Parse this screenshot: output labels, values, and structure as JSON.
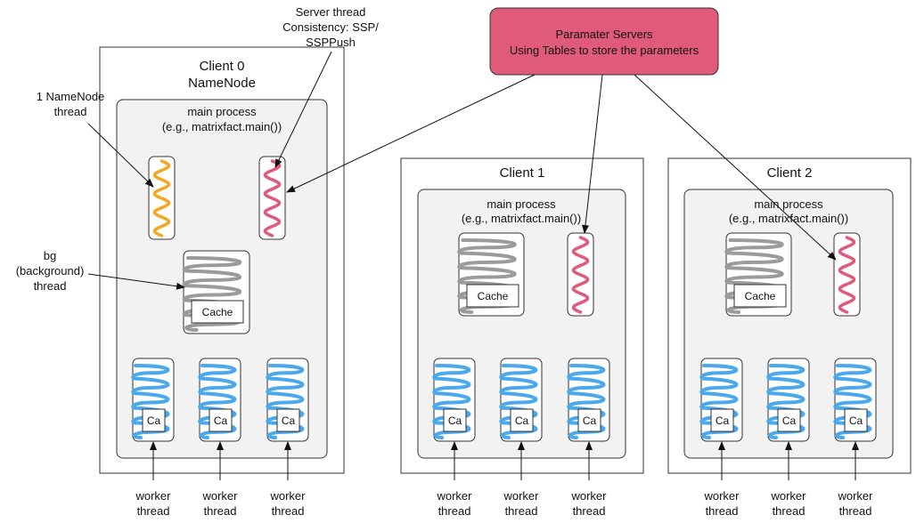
{
  "param_server": {
    "line1": "Paramater Servers",
    "line2": "Using Tables to store the parameters",
    "fill": "#e05a7a"
  },
  "clients": [
    {
      "title_line1": "Client 0",
      "title_line2": "NameNode",
      "process_line1": "main process",
      "process_line2": "(e.g., matrixfact.main())",
      "cache_label": "Cache",
      "worker_cache_labels": [
        "Ca",
        "Ca",
        "Ca"
      ],
      "worker_labels": [
        [
          "worker",
          "thread"
        ],
        [
          "worker",
          "thread"
        ],
        [
          "worker",
          "thread"
        ]
      ]
    },
    {
      "title_line1": "Client 1",
      "title_line2": "",
      "process_line1": "main process",
      "process_line2": "(e.g., matrixfact.main())",
      "cache_label": "Cache",
      "worker_cache_labels": [
        "Ca",
        "Ca",
        "Ca"
      ],
      "worker_labels": [
        [
          "worker",
          "thread"
        ],
        [
          "worker",
          "thread"
        ],
        [
          "worker",
          "thread"
        ]
      ]
    },
    {
      "title_line1": "Client 2",
      "title_line2": "",
      "process_line1": "main process",
      "process_line2": "(e.g., matrixfact.main())",
      "cache_label": "Cache",
      "worker_cache_labels": [
        "Ca",
        "Ca",
        "Ca"
      ],
      "worker_labels": [
        [
          "worker",
          "thread"
        ],
        [
          "worker",
          "thread"
        ],
        [
          "worker",
          "thread"
        ]
      ]
    }
  ],
  "annotations": {
    "server_thread": [
      "Server thread",
      "Consistency: SSP/",
      "SSPPush"
    ],
    "namenode_thread": [
      "1 NameNode",
      "thread"
    ],
    "bg_thread": [
      "bg",
      "(background)",
      "thread"
    ]
  },
  "colors": {
    "server_thread": "#e05a7a",
    "namenode_thread": "#f5a623",
    "bg_thread": "#9b9b9b",
    "worker_thread": "#4aa8ec",
    "client_fill": "#ffffff",
    "process_fill": "#f2f2f2"
  }
}
